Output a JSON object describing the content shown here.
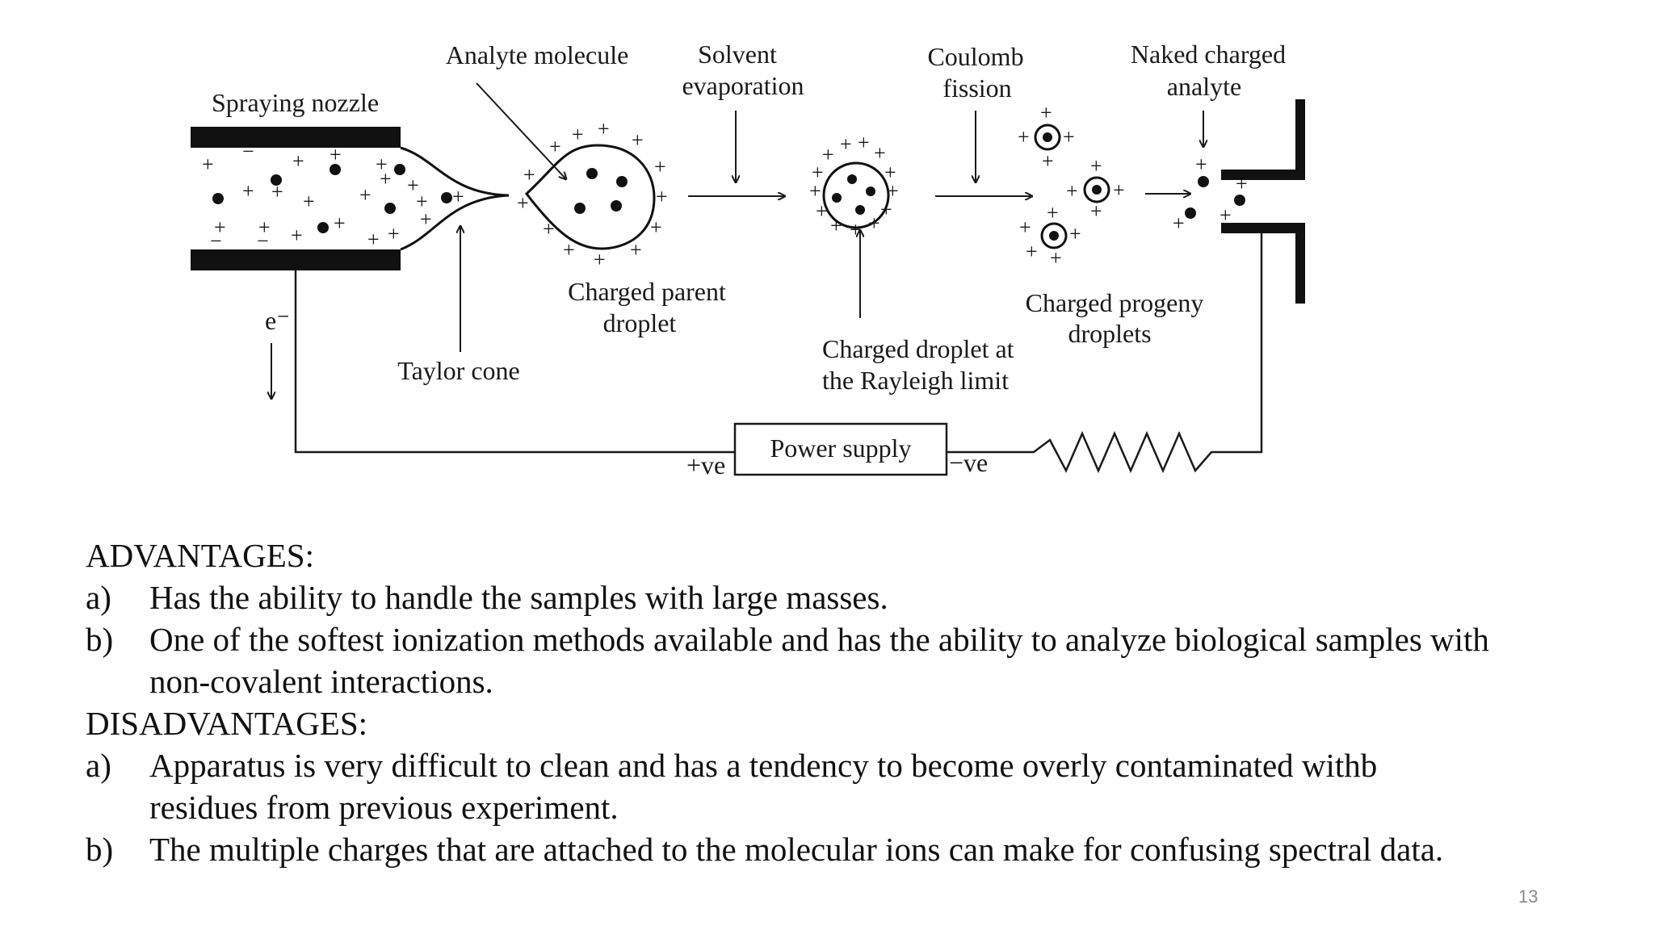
{
  "diagram": {
    "labels": {
      "spraying_nozzle": "Spraying nozzle",
      "analyte_molecule": "Analyte molecule",
      "solvent_evaporation_1": "Solvent",
      "solvent_evaporation_2": "evaporation",
      "coulomb_fission_1": "Coulomb",
      "coulomb_fission_2": "fission",
      "naked_charged_analyte_1": "Naked charged",
      "naked_charged_analyte_2": "analyte",
      "charged_parent_droplet_1": "Charged parent",
      "charged_parent_droplet_2": "droplet",
      "rayleigh_limit_1": "Charged droplet at",
      "rayleigh_limit_2": "the Rayleigh limit",
      "charged_progeny_droplets_1": "Charged progeny",
      "charged_progeny_droplets_2": "droplets",
      "taylor_cone": "Taylor cone",
      "electron": "e⁻",
      "power_supply": "Power supply",
      "positive_terminal": "+ve",
      "negative_terminal": "−ve"
    }
  },
  "advantages": {
    "heading": "ADVANTAGES:",
    "items": [
      {
        "marker": "a)",
        "text": "Has the ability to handle the samples with large masses."
      },
      {
        "marker": "b)",
        "text": "One of the softest ionization methods available and has the ability to analyze biological samples with non-covalent interactions."
      }
    ]
  },
  "disadvantages": {
    "heading": "DISADVANTAGES:",
    "items": [
      {
        "marker": "a)",
        "text": "Apparatus is very difficult to clean and has a tendency to become overly contaminated withb residues from previous experiment."
      },
      {
        "marker": "b)",
        "text": "The multiple charges that are attached to the molecular ions can make for confusing spectral data."
      }
    ]
  },
  "page_number": "13"
}
